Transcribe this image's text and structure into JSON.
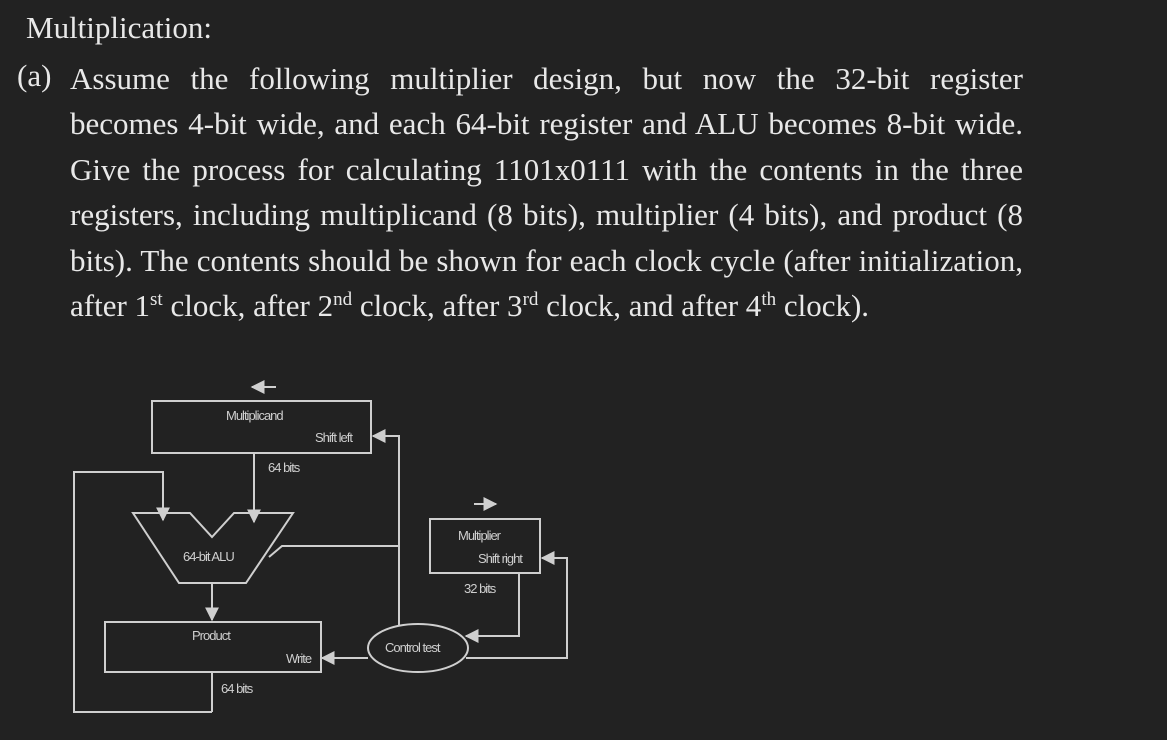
{
  "heading": "Multiplication:",
  "problem": {
    "label": "(a)",
    "segments": {
      "s1": "Assume the following multiplier design, but now the 32-bit register becomes 4-bit wide, and each 64-bit register and ALU becomes 8-bit wide. Give the process for calculating 1101x0111 with the contents in the three registers, including multiplicand (8 bits), multiplier (4 bits), and product (8 bits). The contents should be shown for each clock cycle (after initialization, after 1",
      "sup1": "st",
      "s2": " clock, after 2",
      "sup2": "nd",
      "s3": " clock, after 3",
      "sup3": "rd",
      "s4": " clock, and after 4",
      "sup4": "th",
      "s5": " clock)."
    }
  },
  "diagram": {
    "multiplicand": "Multiplicand",
    "shift_left": "Shift left",
    "multiplicand_bits": "64 bits",
    "alu": "64-bit ALU",
    "product": "Product",
    "write": "Write",
    "product_bits": "64 bits",
    "control": "Control test",
    "multiplier": "Multiplier",
    "shift_right": "Shift right",
    "multiplier_bits": "32 bits"
  },
  "colors": {
    "background": "#222222",
    "text": "#e8e8e8",
    "diagram_line": "#cfcfcf"
  }
}
